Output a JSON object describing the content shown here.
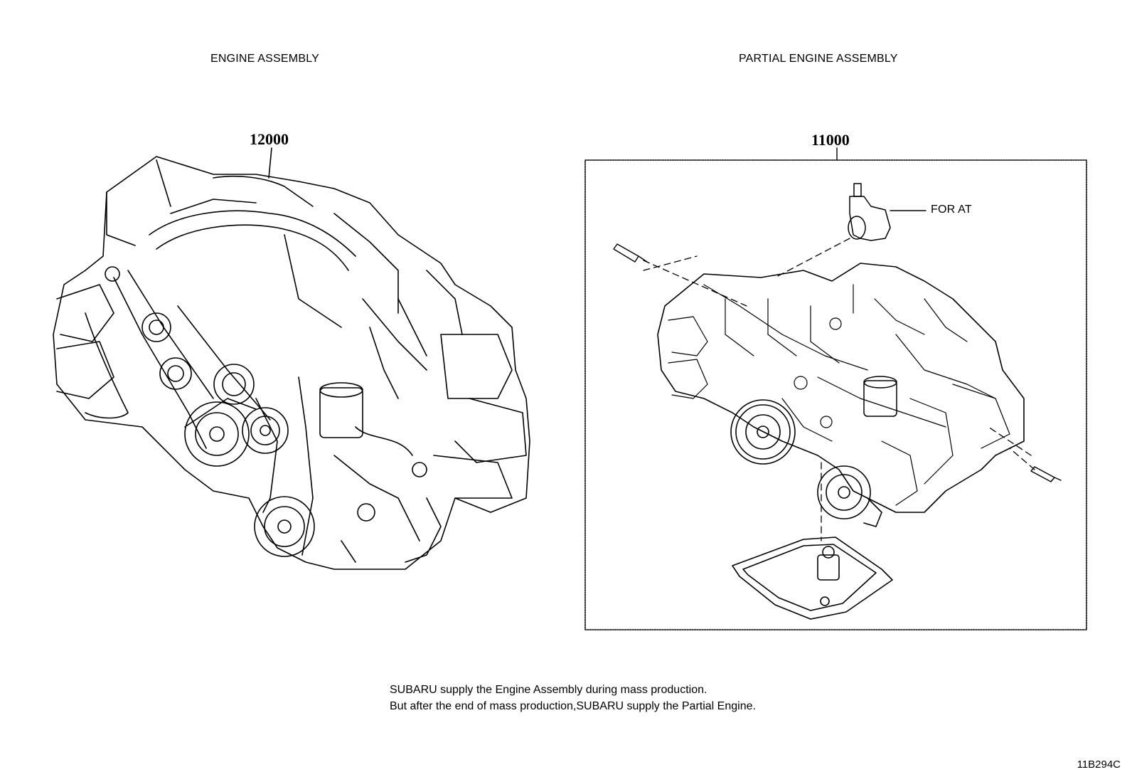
{
  "left_panel": {
    "title": "ENGINE ASSEMBLY",
    "part_number": "12000"
  },
  "right_panel": {
    "title": "PARTIAL ENGINE ASSEMBLY",
    "part_number": "11000",
    "callout": "FOR AT"
  },
  "note": {
    "line1": "SUBARU supply the Engine Assembly during mass production.",
    "line2": "But after the end of mass production,SUBARU supply the Partial Engine."
  },
  "diagram_code": "11B294C"
}
